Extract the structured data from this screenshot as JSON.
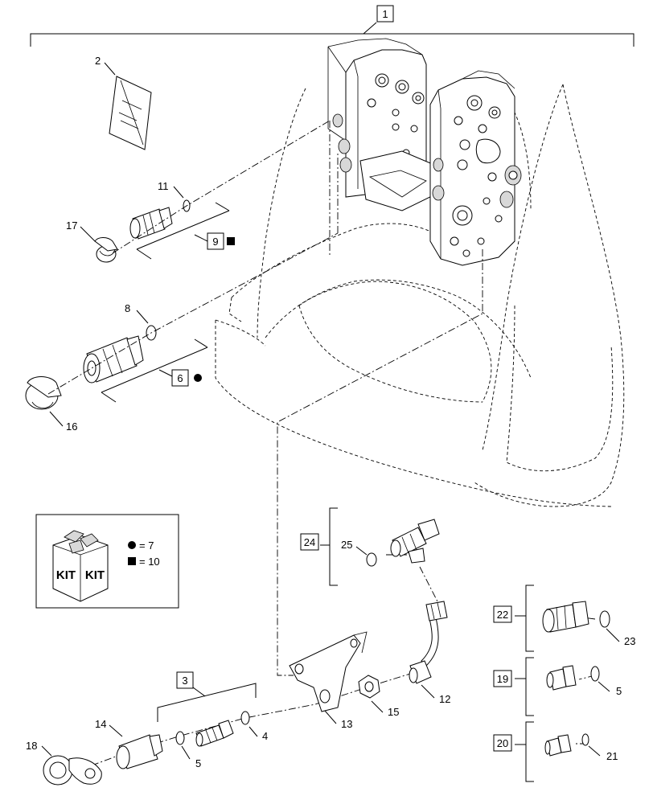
{
  "callouts": {
    "c1": "1",
    "c2": "2",
    "c3": "3",
    "c4": "4",
    "c5a": "5",
    "c5b": "5",
    "c6": "6",
    "c8": "8",
    "c9": "9",
    "c11": "11",
    "c12": "12",
    "c13": "13",
    "c14": "14",
    "c15": "15",
    "c16": "16",
    "c17": "17",
    "c18": "18",
    "c19": "19",
    "c20": "20",
    "c21": "21",
    "c22": "22",
    "c23": "23",
    "c24": "24",
    "c25": "25"
  },
  "kit_legend": {
    "kit_word_left": "KIT",
    "kit_word_right": "KIT",
    "circle_eq": "= 7",
    "square_eq": "= 10"
  },
  "colors": {
    "line": "#000000",
    "shade": "#d8d8d8",
    "dark": "#555555"
  }
}
